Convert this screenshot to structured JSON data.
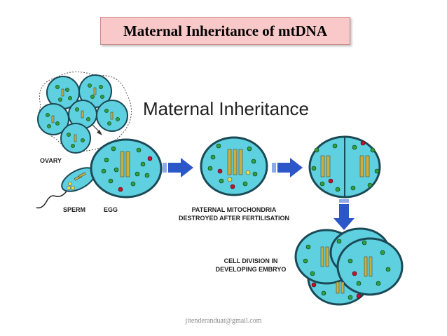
{
  "slide": {
    "title": "Maternal Inheritance of mtDNA",
    "footer": "jitenderanduat@gmail.com"
  },
  "diagram": {
    "heading": "Maternal Inheritance",
    "labels": {
      "ovary": "OVARY",
      "sperm": "SPERM",
      "egg": "EGG",
      "paternal_1": "PATERNAL MITOCHONDRIA",
      "paternal_2": "DESTROYED AFTER FERTILISATION",
      "division_1": "CELL DIVISION IN",
      "division_2": "DEVELOPING EMBRYO"
    },
    "colors": {
      "cell_fill": "#5fd0e0",
      "cell_stroke": "#1a4a55",
      "maternal_mito": "#2e9e3e",
      "paternal_mito": "#c8102e",
      "sperm_mito": "#e8e04a",
      "arrow": "#2b57c8",
      "chromosome": "#c8b040"
    }
  }
}
